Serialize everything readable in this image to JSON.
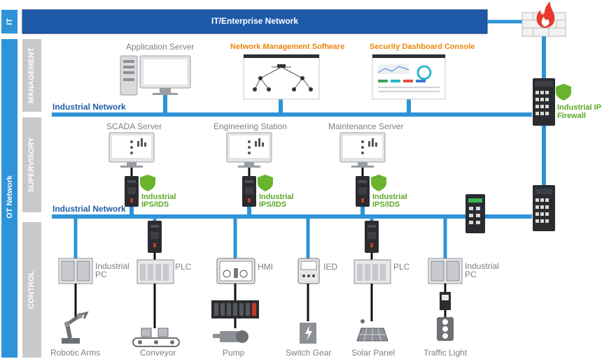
{
  "colors": {
    "net_blue": "#2f93d7",
    "dark_blue": "#1e5aa8",
    "zone_gray": "#c8c9cb",
    "green": "#5aa826",
    "orange": "#e8860c",
    "firewall_red": "#e53a2b"
  },
  "zones": {
    "it": "IT",
    "ot": "OT Network",
    "management": "MANAGEMENT",
    "supervisory": "SUPERVISORY",
    "control": "CONTROL"
  },
  "it_network": {
    "label": "IT/Enterprise Network"
  },
  "management": {
    "application_server": "Application Server",
    "nms": "Network Management Software",
    "security_dashboard": "Security Dashboard Console",
    "network_label": "Industrial Network",
    "firewall_label_1": "Industrial IPS",
    "firewall_label_2": "Firewall"
  },
  "supervisory": {
    "scada": "SCADA Server",
    "engineering": "Engineering Station",
    "maintenance": "Maintenance Server",
    "ips_label_1": "Industrial",
    "ips_label_2": "IPS/IDS",
    "network_label": "Industrial Network"
  },
  "control": {
    "devices": [
      {
        "label1": "Industrial",
        "label2": "PC",
        "field": "Robotic Arms",
        "icon": "industrial-pc-icon"
      },
      {
        "label1": "PLC",
        "label2": "",
        "field": "Conveyor",
        "icon": "plc-icon"
      },
      {
        "label1": "HMI",
        "label2": "",
        "field": "Pump",
        "icon": "hmi-icon"
      },
      {
        "label1": "IED",
        "label2": "",
        "field": "Switch Gear",
        "icon": "ied-icon"
      },
      {
        "label1": "PLC",
        "label2": "",
        "field": "Solar Panel",
        "icon": "plc-icon"
      },
      {
        "label1": "Industrial",
        "label2": "PC",
        "field": "Traffic Light",
        "icon": "industrial-pc-icon"
      }
    ]
  }
}
